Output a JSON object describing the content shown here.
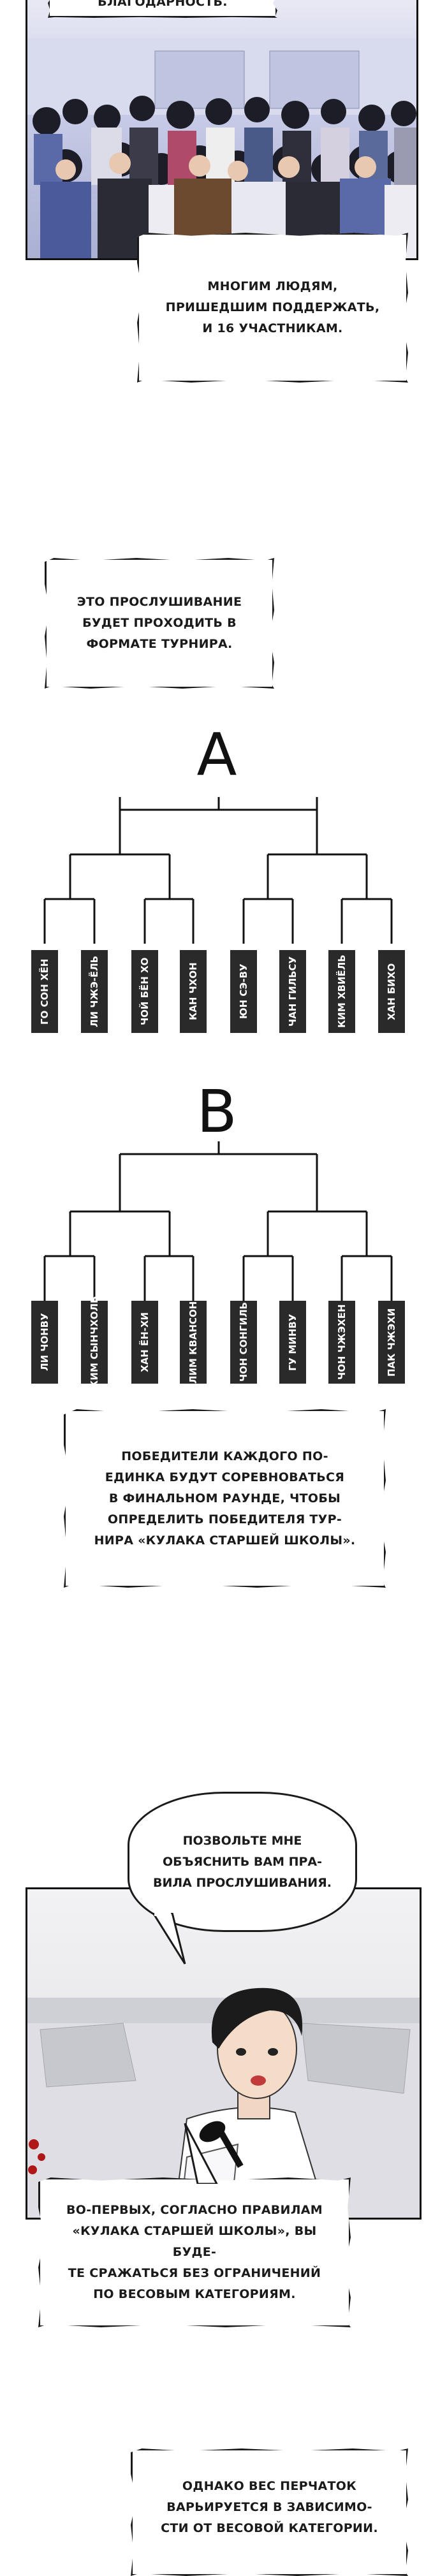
{
  "top_caption": "благодарность.",
  "caption_thanks": "Многим людям,\nпришедшим поддержать,\nи 16 участникам.",
  "caption_format": "Это прослушивание\nбудет проходить в\nформате турнира.",
  "bracket_a": {
    "label": "A",
    "names": [
      "Го Сон Хён",
      "Ли Чжэ-ёль",
      "Чой Бён Хо",
      "Кан Чхон",
      "Юн Сэ-Ву",
      "Чан Гильсу",
      "Ким Хвиёль",
      "Хан Бихо"
    ]
  },
  "bracket_b": {
    "label": "B",
    "names": [
      "Ли Чонву",
      "Ким Сынчхоль",
      "Хан Ён-Хи",
      "Лим Квансон",
      "Чон Сонгиль",
      "Гу Минву",
      "Чон Чжэхен",
      "Пак Чжэхи"
    ]
  },
  "caption_winners": "Победители каждого по-\nединка будут соревноваться\nв финальном раунде, чтобы\nопределить победителя тур-\nнира «Кулака старшей школы».",
  "speech_explain": "Позвольте мне\nобъяснить вам пра-\nвила прослушивания.",
  "caption_rules": "Во-первых, согласно правилам\n«Кулака старшей школы», вы буде-\nте сражаться без ограничений\nпо весовым категориям.",
  "caption_gloves": "Однако вес перчаток\nварьируется в зависимо-\nсти от весовой категории.",
  "colors": {
    "ink": "#1a1a1a",
    "tag_bg": "#2a2a2a",
    "panel_sky": "#c9cde8"
  }
}
